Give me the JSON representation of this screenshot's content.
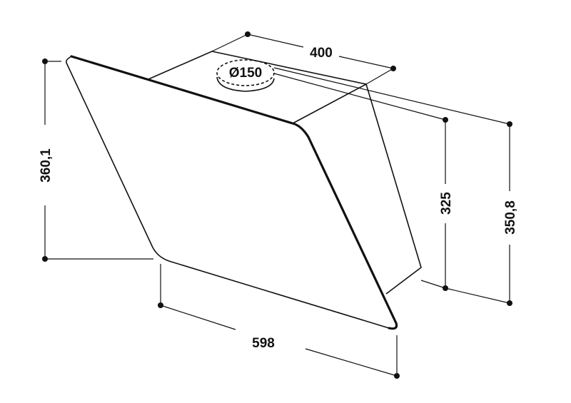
{
  "diagram": {
    "subject": "Angled cooker hood technical dimension drawing",
    "colors": {
      "line": "#111111",
      "background": "#ffffff"
    },
    "dimensions": {
      "depth_top": "400",
      "duct_diameter": "Ø150",
      "height_front_left": "360,1",
      "height_chimney": "325",
      "height_total_right": "350,8",
      "width_bottom": "598"
    }
  }
}
